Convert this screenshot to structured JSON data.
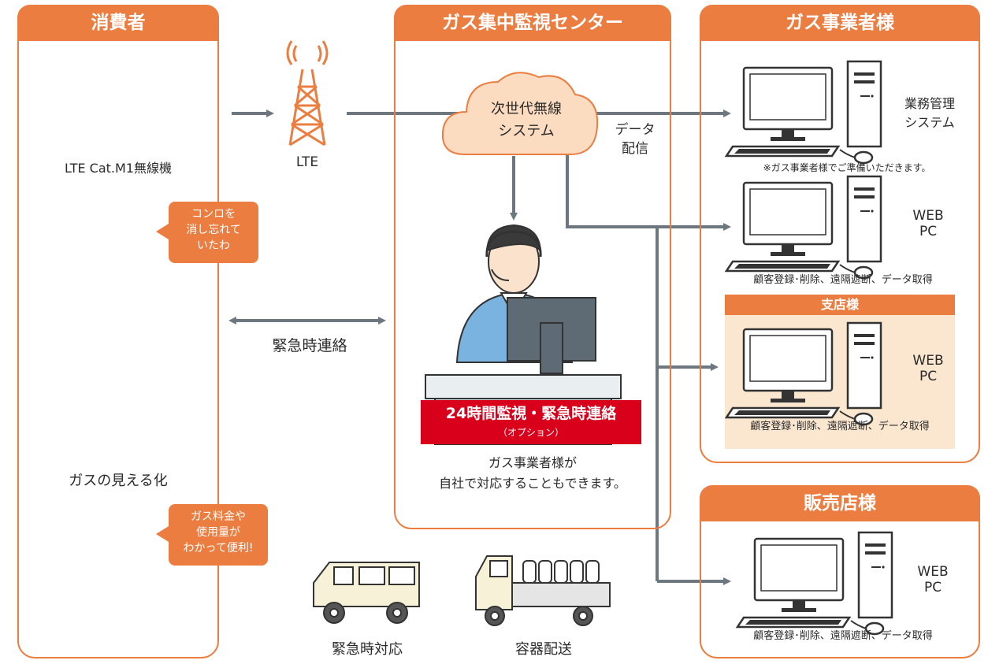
{
  "panels": {
    "consumer": {
      "title": "消費者"
    },
    "center": {
      "title": "ガス集中監視センター"
    },
    "gas_company": {
      "title": "ガス事業者様"
    },
    "branch": {
      "title": "支店様"
    },
    "retailer": {
      "title": "販売店様"
    }
  },
  "consumer": {
    "device_label": "LTE Cat.M1無線機",
    "bubble1": [
      "コンロを",
      "消し忘れて",
      "いたわ"
    ],
    "visualize_label": "ガスの見える化",
    "bubble2": [
      "ガス料金や",
      "使用量が",
      "わかって便利!"
    ]
  },
  "network": {
    "lte_label": "LTE",
    "cloud_line1": "次世代無線",
    "cloud_line2": "システム",
    "delivery_line1": "データ",
    "delivery_line2": "配信",
    "emergency_contact": "緊急時連絡"
  },
  "center": {
    "banner_main": "24時間監視・緊急時連絡",
    "banner_sub": "（オプション）",
    "note_line1": "ガス事業者様が",
    "note_line2": "自社で対応することもできます。"
  },
  "gas_company": {
    "system_line1": "業務管理",
    "system_line2": "システム",
    "system_note": "※ガス事業者様でご準備いただきます。",
    "web_line1": "WEB",
    "web_line2": "PC",
    "web_caption": "顧客登録･削除、遠隔遮断、データ取得"
  },
  "branch": {
    "web_line1": "WEB",
    "web_line2": "PC",
    "web_caption": "顧客登録･削除、遠隔遮断、データ取得"
  },
  "retailer": {
    "web_line1": "WEB",
    "web_line2": "PC",
    "web_caption": "顧客登録･削除、遠隔遮断、データ取得"
  },
  "vehicles": {
    "van_label": "緊急時対応",
    "truck_label": "容器配送"
  },
  "colors": {
    "accent": "#ec7d40",
    "red_banner": "#d9001b",
    "arrow": "#6c7780",
    "branch_fill": "#fbe7cf"
  }
}
